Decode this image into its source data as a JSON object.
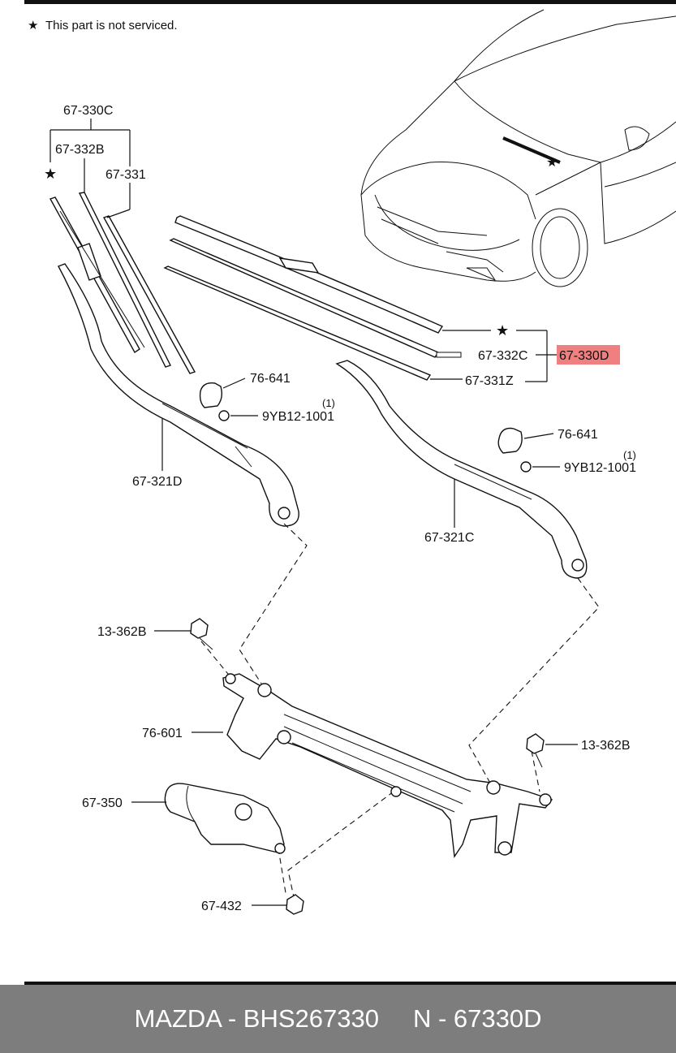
{
  "note": {
    "star": "★",
    "text": "This part is not serviced."
  },
  "labels": {
    "blade_assy_left": "67-330C",
    "blade_rubber_left": "67-332B",
    "blade_left": "67-331",
    "cap_left": "76-641",
    "nut_left": "9YB12-1001",
    "nut_left_qty": "(1)",
    "arm_left": "67-321D",
    "rubber_right": "67-332C",
    "blade_assy_right": "67-330D",
    "blade_right": "67-331Z",
    "cap_right": "76-641",
    "nut_right": "9YB12-1001",
    "nut_right_qty": "(1)",
    "arm_right": "67-321C",
    "bolt_upper_left": "13-362B",
    "link": "76-601",
    "bolt_right": "13-362B",
    "motor": "67-350",
    "bolt_lower": "67-432"
  },
  "highlight_color": "#f08080",
  "footer": {
    "part": "MAZDA - BHS267330",
    "code": "N - 67330D"
  }
}
